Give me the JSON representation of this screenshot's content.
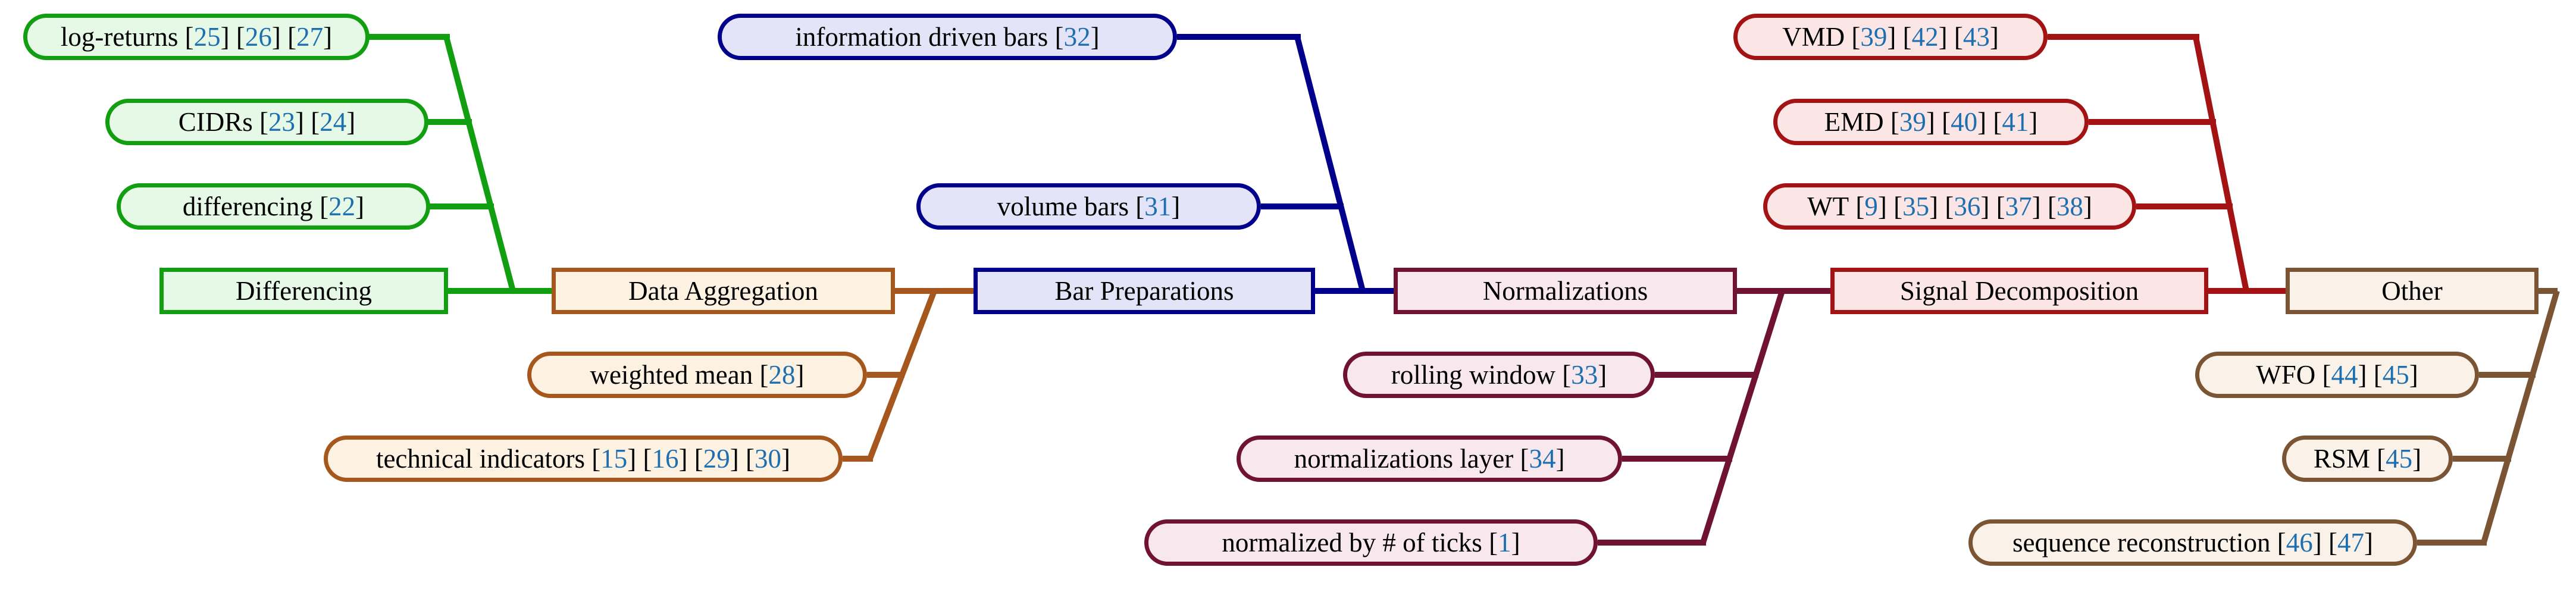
{
  "diagram": {
    "background_color": "#ffffff",
    "text_color": "#000000",
    "citation_color": "#1e6fb0",
    "groups": [
      {
        "id": "differencing",
        "border_color": "#119e11",
        "fill_color": "#e6f9e6",
        "category": {
          "label": "Differencing"
        },
        "leaves": [
          {
            "text": "log-returns",
            "refs": [
              "25",
              "26",
              "27"
            ]
          },
          {
            "text": "CIDRs",
            "refs": [
              "23",
              "24"
            ]
          },
          {
            "text": "differencing",
            "refs": [
              "22"
            ]
          }
        ]
      },
      {
        "id": "data-aggregation",
        "border_color": "#a5571d",
        "fill_color": "#fdf1e2",
        "category": {
          "label": "Data Aggregation"
        },
        "leaves": [
          {
            "text": "weighted mean",
            "refs": [
              "28"
            ]
          },
          {
            "text": "technical indicators",
            "refs": [
              "15",
              "16",
              "29",
              "30"
            ]
          }
        ]
      },
      {
        "id": "bar-preparations",
        "border_color": "#00008b",
        "fill_color": "#e4e4f8",
        "category": {
          "label": "Bar Preparations"
        },
        "leaves": [
          {
            "text": "information driven bars",
            "refs": [
              "32"
            ]
          },
          {
            "text": "volume bars",
            "refs": [
              "31"
            ]
          }
        ]
      },
      {
        "id": "normalizations",
        "border_color": "#701232",
        "fill_color": "#f9e7ee",
        "category": {
          "label": "Normalizations"
        },
        "leaves": [
          {
            "text": "rolling window",
            "refs": [
              "33"
            ]
          },
          {
            "text": "normalizations layer",
            "refs": [
              "34"
            ]
          },
          {
            "text": "normalized by # of ticks",
            "refs": [
              "1"
            ]
          }
        ]
      },
      {
        "id": "signal-decomposition",
        "border_color": "#a31313",
        "fill_color": "#fbe5e5",
        "category": {
          "label": "Signal Decomposition"
        },
        "leaves": [
          {
            "text": "VMD",
            "refs": [
              "39",
              "42",
              "43"
            ]
          },
          {
            "text": "EMD",
            "refs": [
              "39",
              "40",
              "41"
            ]
          },
          {
            "text": "WT",
            "refs": [
              "9",
              "35",
              "36",
              "37",
              "38"
            ]
          }
        ]
      },
      {
        "id": "other",
        "border_color": "#7b5433",
        "fill_color": "#faf2e9",
        "category": {
          "label": "Other"
        },
        "leaves": [
          {
            "text": "WFO",
            "refs": [
              "44",
              "45"
            ]
          },
          {
            "text": "RSM",
            "refs": [
              "45"
            ]
          },
          {
            "text": "sequence reconstruction",
            "refs": [
              "46",
              "47"
            ]
          }
        ]
      }
    ]
  }
}
